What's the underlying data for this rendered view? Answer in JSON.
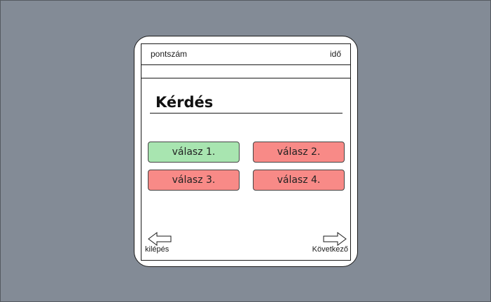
{
  "header": {
    "score_label": "pontszám",
    "time_label": "idő"
  },
  "question": {
    "title": "Kérdés"
  },
  "answers": [
    {
      "label": "válasz 1.",
      "state": "correct",
      "color": "#a8e5b0"
    },
    {
      "label": "válasz 2.",
      "state": "wrong",
      "color": "#f88a87"
    },
    {
      "label": "válasz 3.",
      "state": "wrong",
      "color": "#f88a87"
    },
    {
      "label": "válasz 4.",
      "state": "wrong",
      "color": "#f88a87"
    }
  ],
  "nav": {
    "exit_label": "kilépés",
    "exit_icon": "arrow-left-icon",
    "next_label": "Következő",
    "next_icon": "arrow-right-icon"
  },
  "colors": {
    "background": "#838b96",
    "device": "#ffffff",
    "correct": "#a8e5b0",
    "wrong": "#f88a87"
  }
}
